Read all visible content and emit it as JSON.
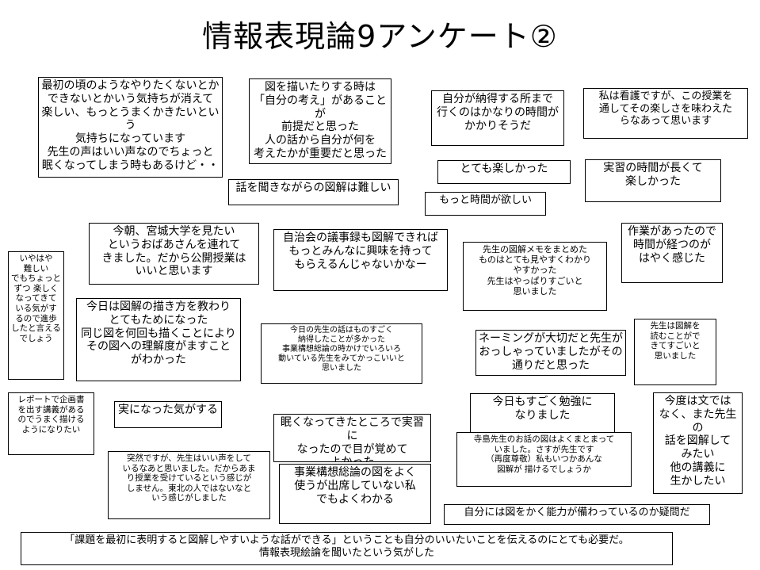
{
  "title": "情報表現論9アンケート②",
  "comments": [
    {
      "id": "c1",
      "text": "最初の頃のようなやりたくないとか\nできないとかいう気持ちが消えて\n楽しい、もっとうまくかきたいという\n気持ちになっています\n先生の声はいい声なのでちょっと\n眠くなってしまう時もあるけど・・"
    },
    {
      "id": "c2",
      "text": "図を描いたりする時は\n「自分の考え」があることが\n前提だと思った\n人の話から自分が何を\n考えたかが重要だと思った"
    },
    {
      "id": "c3",
      "text": "自分が納得する所まで\n行くのはかなりの時間が\nかかりそうだ"
    },
    {
      "id": "c4",
      "text": "私は看護ですが、この授業を\n通してその楽しさを味わえた\nらなあって思います"
    },
    {
      "id": "c5",
      "text": "とても楽しかった"
    },
    {
      "id": "c6",
      "text": "実習の時間が長くて\n楽しかった"
    },
    {
      "id": "c7",
      "text": "話を聞きながらの図解は難しい"
    },
    {
      "id": "c8",
      "text": "もっと時間が欲しい"
    },
    {
      "id": "c9",
      "text": "今朝、宮城大学を見たい\nというおばあさんを連れて\nきました。だから公開授業は\nいいと思います"
    },
    {
      "id": "c10",
      "text": "自治会の議事録も図解できれば\nもっとみんなに興味を持って\nもらえるんじゃないかなー"
    },
    {
      "id": "c11",
      "text": "先生の図解メモをまとめた\nものはとても見やすくわかり\nやすかった\n先生はやっぱりすごいと\n思いました"
    },
    {
      "id": "c12",
      "text": "作業があったので\n時間が経つのが\nはやく感じた"
    },
    {
      "id": "c13",
      "text": "いやはや\n難しい\nでもちょっと\nずつ 楽しく\nなってきて\nいる気がす\nるので進歩\nしたと言える\nでしょう"
    },
    {
      "id": "c14",
      "text": "今日は図解の描き方を教わり\nとてもためになった\n同じ図を何回も描くことにより\nその図への理解度がますこと\nがわかった"
    },
    {
      "id": "c15",
      "text": "今日の先生の話はものすごく\n納得したことが多かった\n事業構想総論の時かけでいろいろ\n動いている先生をみてかっこいいと\n思いました"
    },
    {
      "id": "c16",
      "text": "ネーミングが大切だと先生が\nおっしゃっていましたがその\n通りだと思った"
    },
    {
      "id": "c17",
      "text": "先生は図解を\n読むことがで\nきてすごいと\n思いました"
    },
    {
      "id": "c18",
      "text": "レポートで企画書\nを出す講義がある\nのでうまく描ける\nようになりたい"
    },
    {
      "id": "c19",
      "text": "実になった気がする"
    },
    {
      "id": "c20",
      "text": "今日もすごく勉強に\nなりました"
    },
    {
      "id": "c21",
      "text": "今度は文では\nなく、また先生の\n話を図解して\nみたい\n他の講義に\n生かしたい"
    },
    {
      "id": "c22",
      "text": "眠くなってきたところで実習に\nなったので目が覚めて\nよかった"
    },
    {
      "id": "c23",
      "text": "寺島先生のお話の図はよくまとまって\nいました。さすが先生です\n（再度尊敬）私もいつかあんな\n図解が 描けるでしょうか"
    },
    {
      "id": "c24",
      "text": "突然ですが、先生はいい声をして\nいるなあと思いました。だからあま\nり授業を受けているという感じが\nしません。東北の人ではないなと\nいう感じがしました"
    },
    {
      "id": "c25",
      "text": "事業構想総論の図をよく\n使うが出席していない私\nでもよくわかる"
    },
    {
      "id": "c26",
      "text": "自分には図をかく能力が備わっているのか疑問だ"
    },
    {
      "id": "c27",
      "text": "「課題を最初に表明すると図解しやすいような話ができる」ということも自分のいいたいことを伝えるのにとても必要だ。\n情報表現絵論を聞いたという気がした"
    }
  ]
}
